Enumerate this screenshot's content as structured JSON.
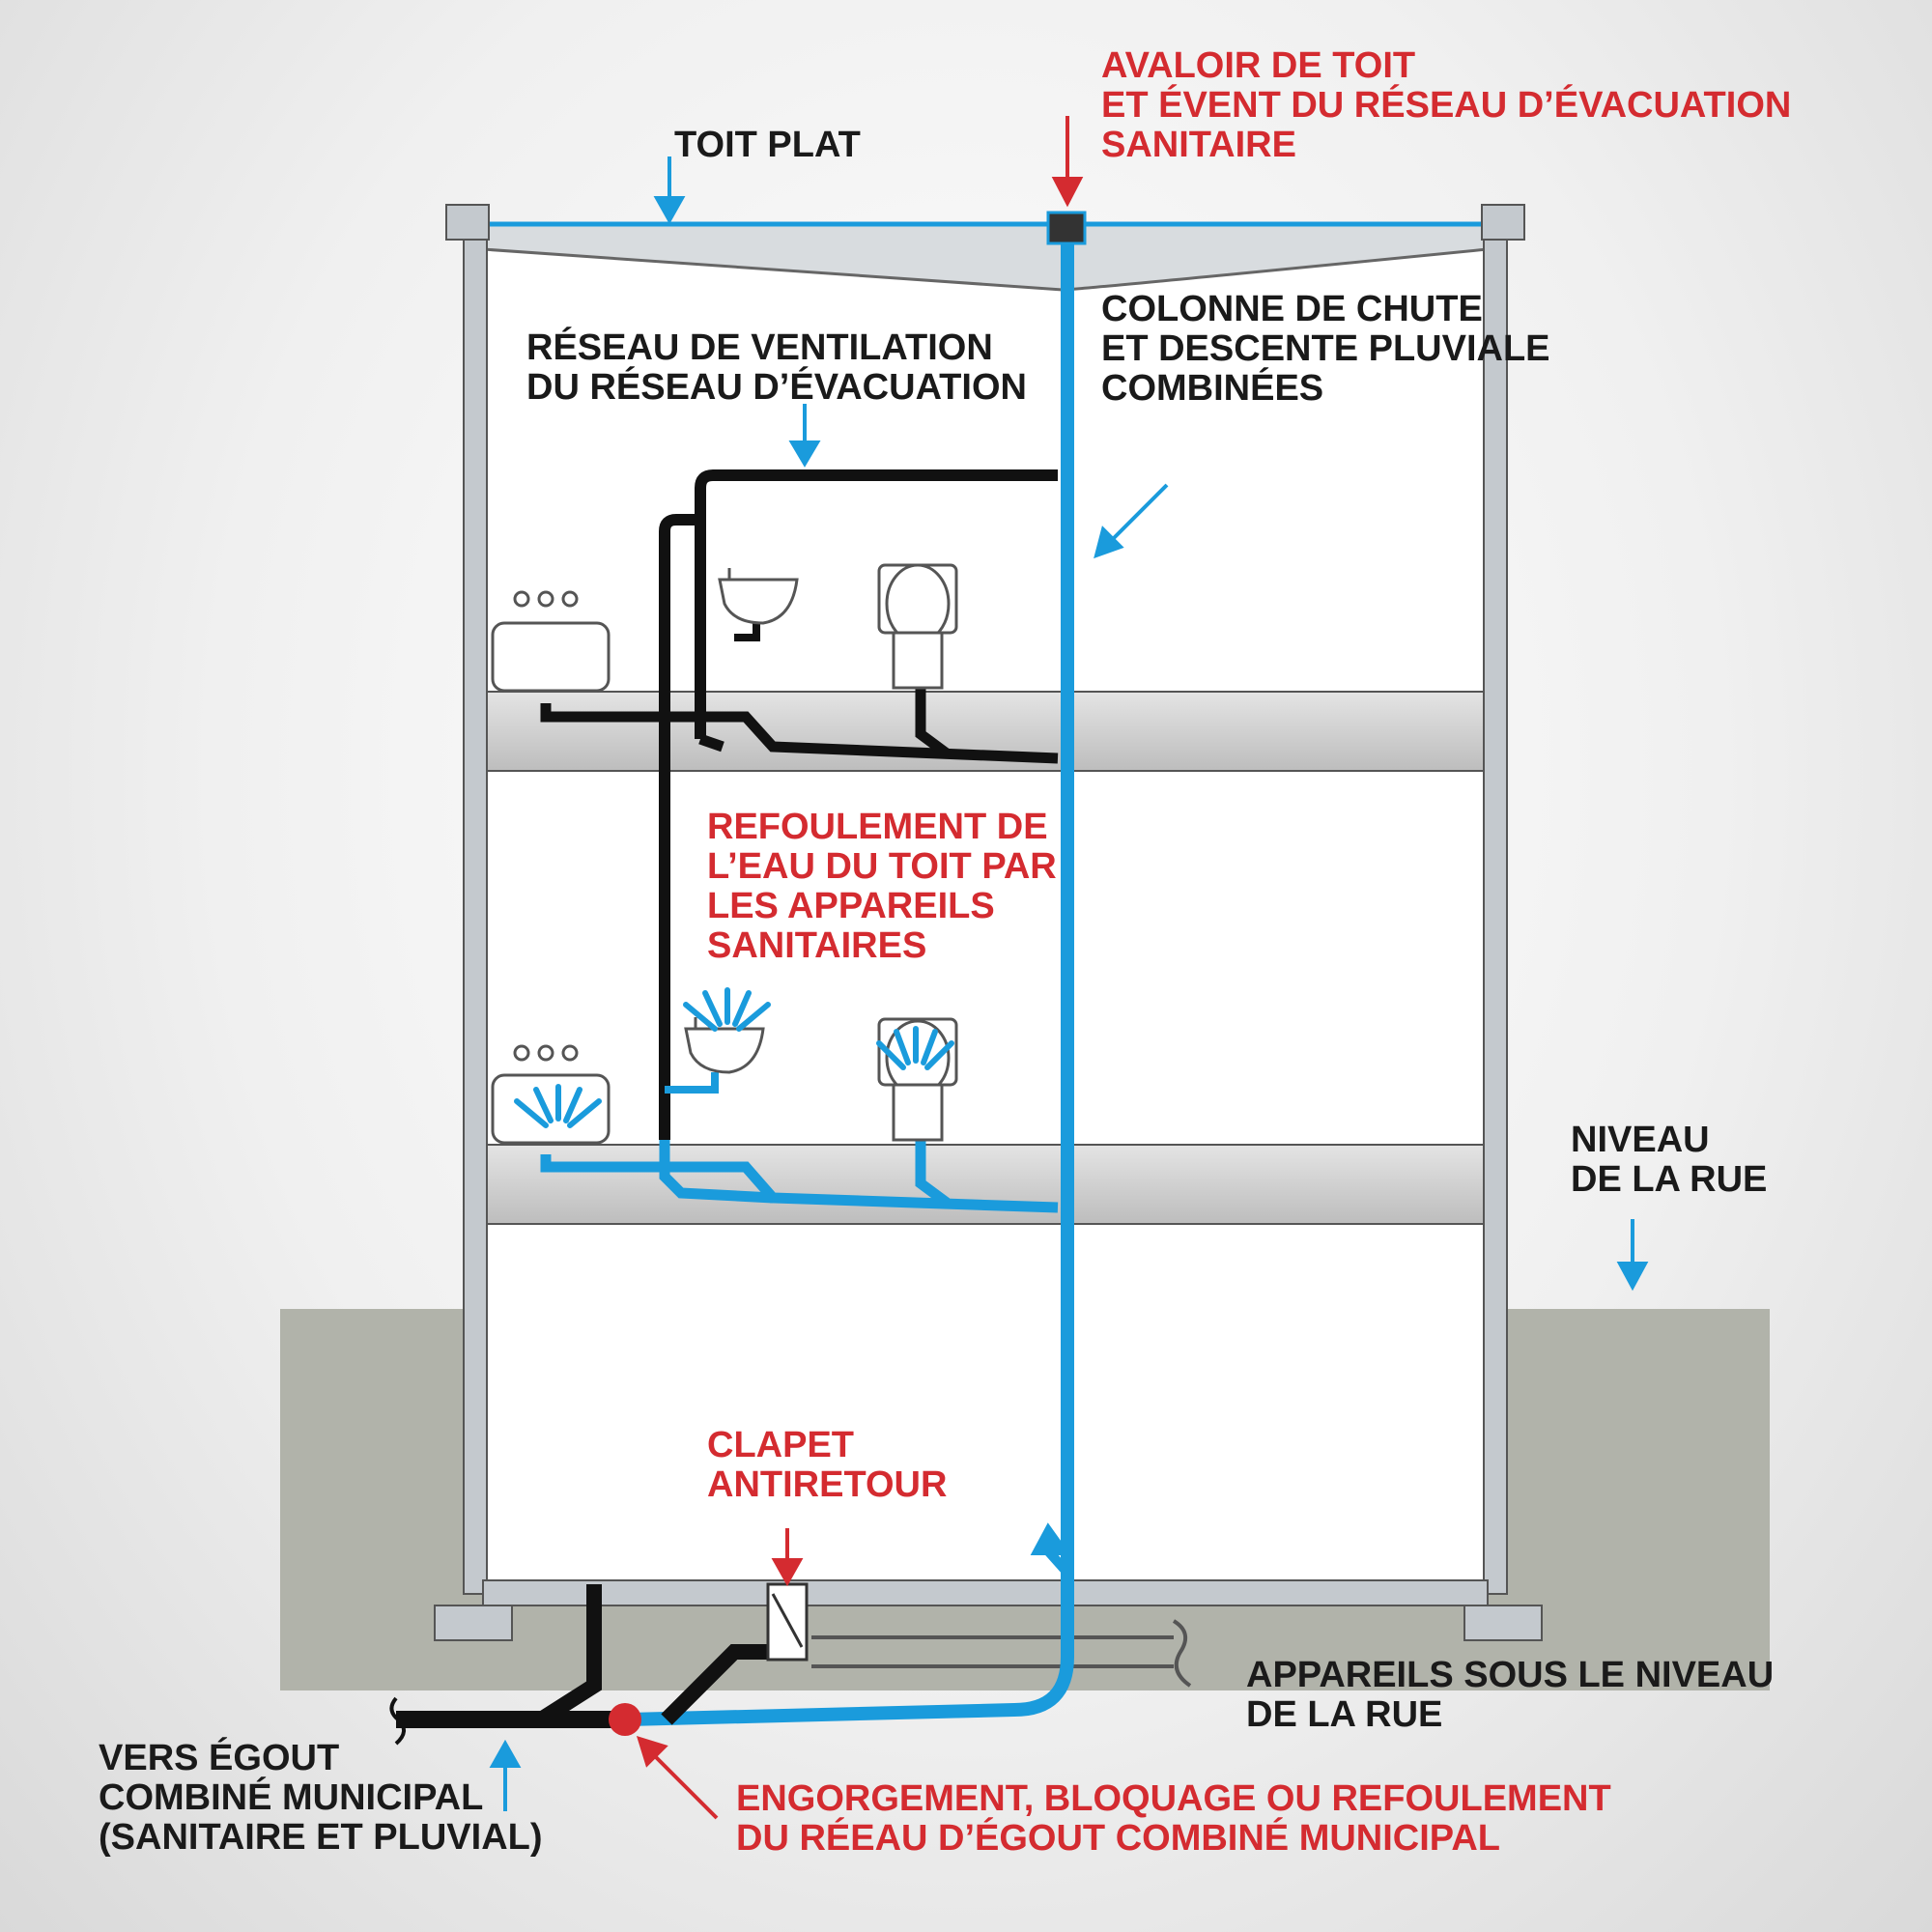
{
  "colors": {
    "water_blue": "#1a9bdc",
    "pipe_black": "#111111",
    "label_red": "#d42b30",
    "label_dark": "#1a1a1a",
    "ground": "#b1b3aa",
    "frame_gray": "#c4c9ce"
  },
  "labels": {
    "roof_drain": [
      "AVALOIR DE TOIT",
      "ET ÉVENT DU RÉSEAU D’ÉVACUATION",
      "SANITAIRE"
    ],
    "flat_roof": [
      "TOIT PLAT"
    ],
    "stack": [
      "COLONNE DE CHUTE",
      "ET DESCENTE PLUVIALE",
      "COMBINÉES"
    ],
    "vent_network": [
      "RÉSEAU DE VENTILATION",
      "DU RÉSEAU D’ÉVACUATION"
    ],
    "backflow_fixtures": [
      "REFOULEMENT DE",
      "L’EAU DU TOIT PAR",
      "LES APPAREILS",
      "SANITAIRES"
    ],
    "street_level": [
      "NIVEAU",
      "DE LA RUE"
    ],
    "check_valve": [
      "CLAPET",
      "ANTIRETOUR"
    ],
    "below_street": [
      "APPAREILS SOUS LE NIVEAU",
      "DE LA RUE"
    ],
    "to_sewer": [
      "VERS ÉGOUT",
      "COMBINÉ MUNICIPAL",
      "(SANITAIRE ET PLUVIAL)"
    ],
    "surcharge": [
      "ENGORGEMENT, BLOQUAGE OU REFOULEMENT",
      "DU RÉEAU D’ÉGOUT COMBINÉ MUNICIPAL"
    ]
  }
}
